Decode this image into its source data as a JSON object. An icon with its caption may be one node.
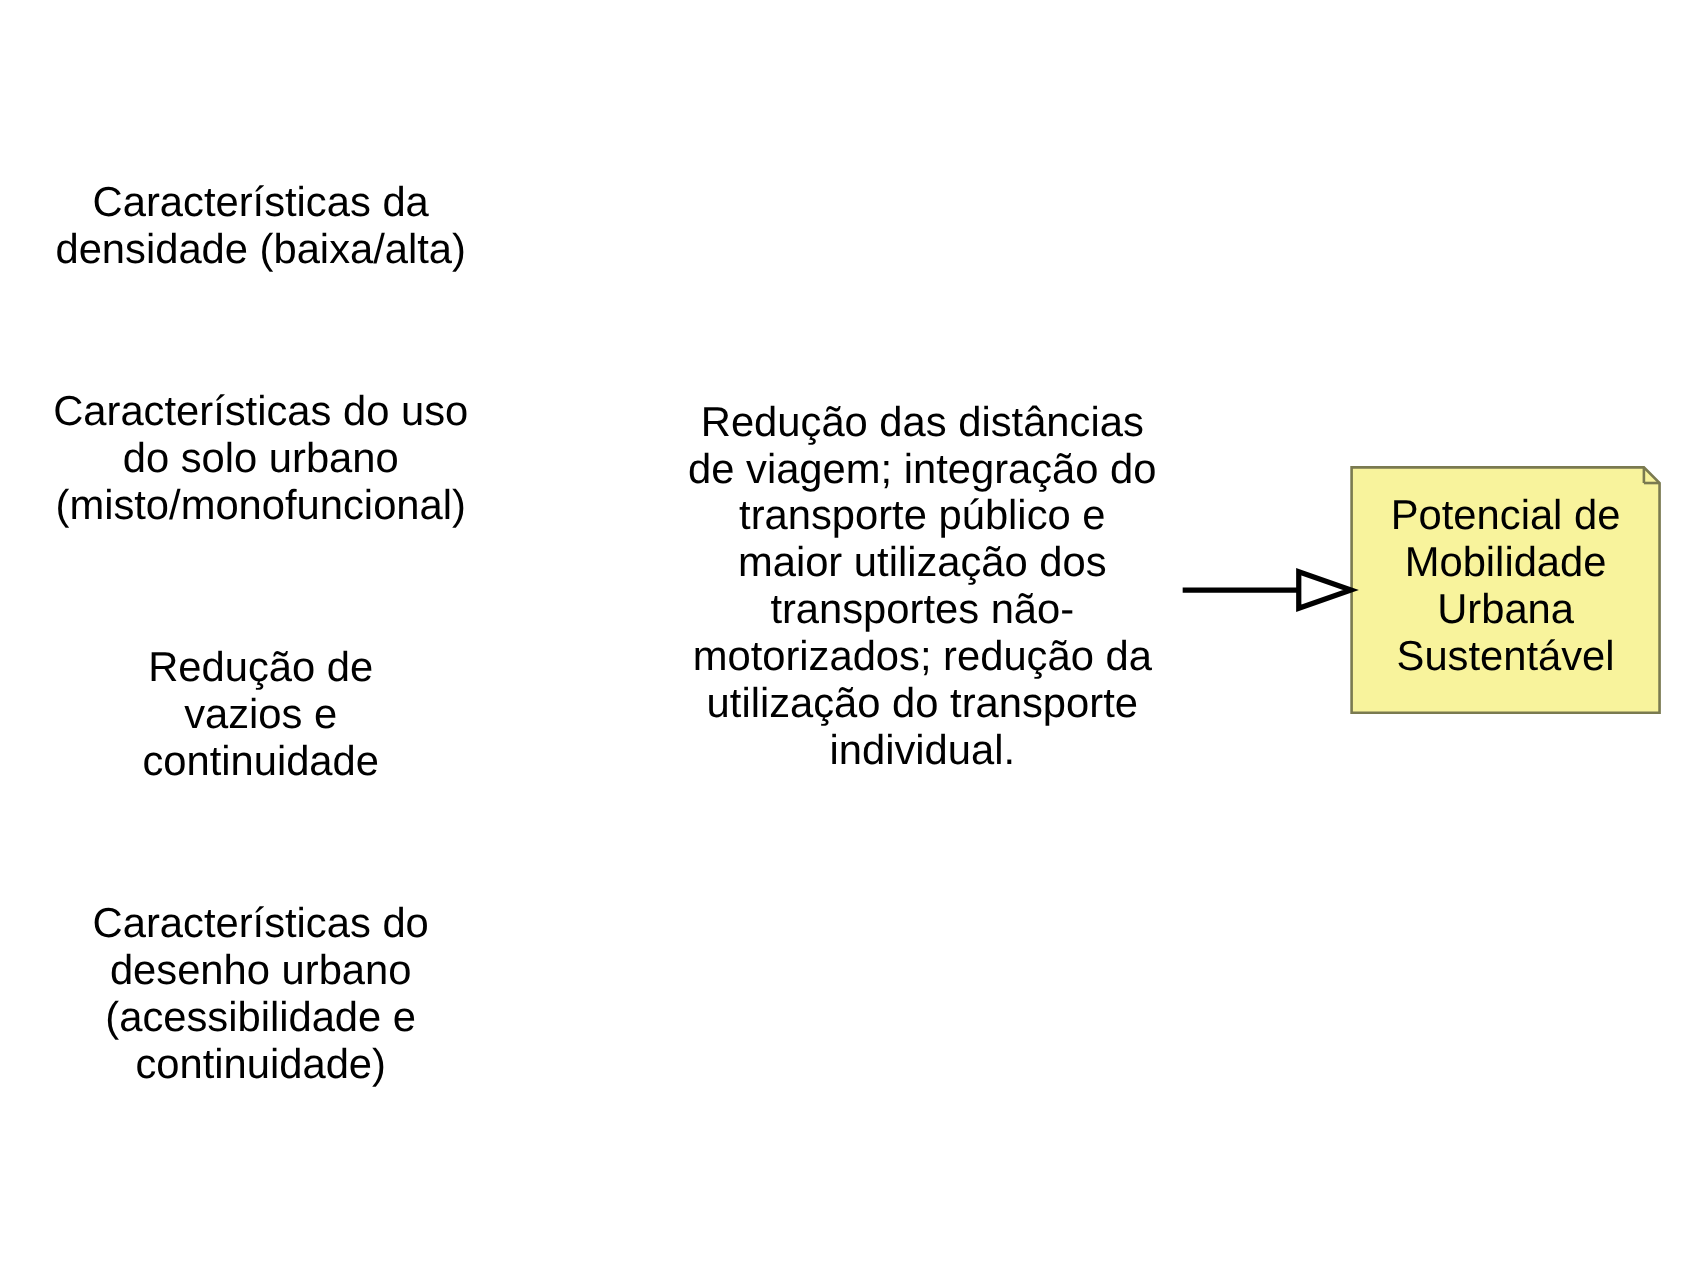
{
  "diagram": {
    "nodes": [
      {
        "text": [
          "Características da densidade (baixa/alta)"
        ]
      },
      {
        "text": [
          "Características do uso do solo urbano (misto/monofuncional)"
        ]
      },
      {
        "text": [
          "Redução de vazios e continuidade"
        ]
      },
      {
        "text": [
          "Características do desenho urbano (acessibilidade e continuidade)"
        ]
      },
      {
        "text": [
          "Redução das distâncias de viagem; integração do transporte público e maior utilização dos transportes não-motorizados; redução da utilização do transporte individual."
        ]
      },
      {
        "text": [
          "Potencial de Mobilidade Urbana Sustentável"
        ]
      }
    ],
    "edges": [
      {
        "from": 4,
        "to": 5,
        "arrow": "to"
      }
    ]
  }
}
